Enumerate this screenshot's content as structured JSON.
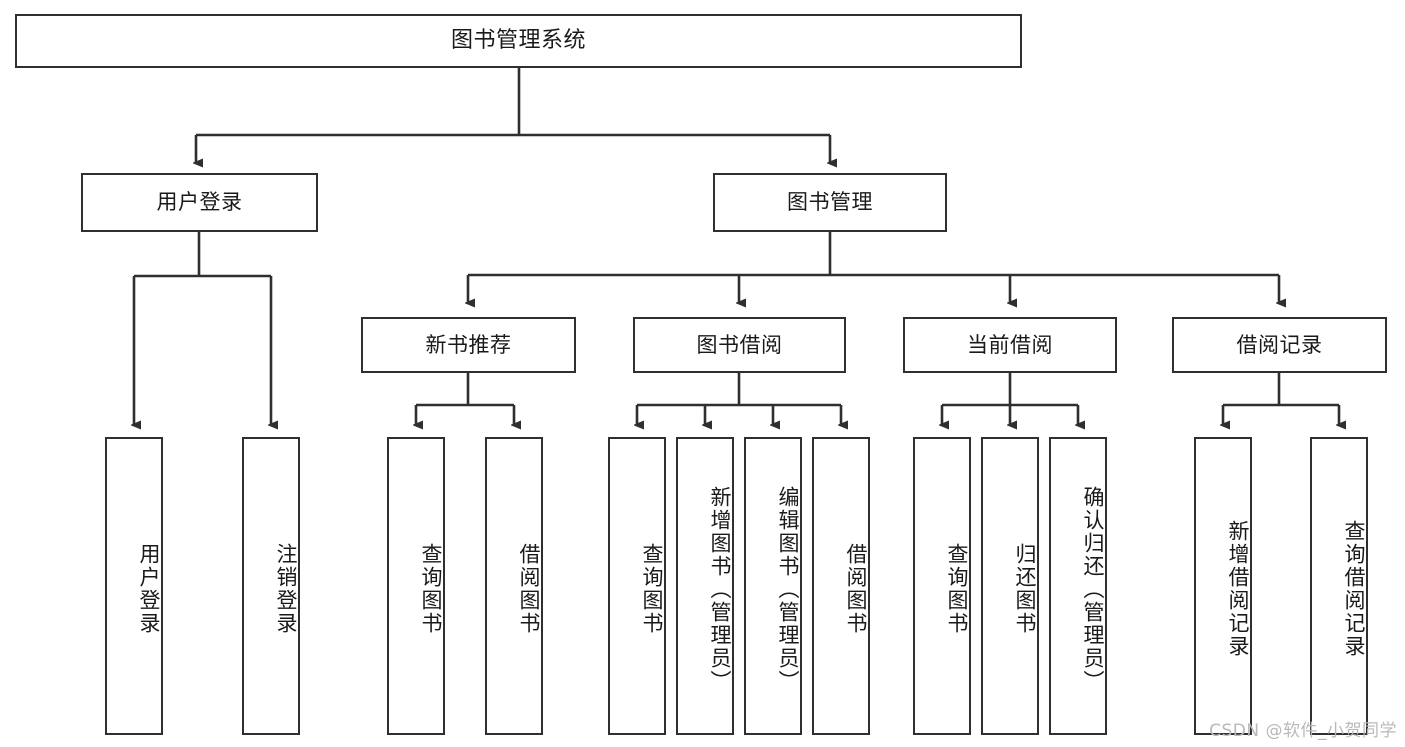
{
  "diagram": {
    "title": "图书管理系统",
    "type": "tree-hierarchy-function-decomposition",
    "watermark": "CSDN @软件_小贺同学",
    "colors": {
      "box_border": "#2f2f2f",
      "box_fill": "#ffffff",
      "connector": "#2f2f2f",
      "text": "#1a1a1a",
      "watermark": "#b9b9b9",
      "background": "#ffffff"
    },
    "root": {
      "label": "图书管理系统"
    },
    "level2": [
      {
        "label": "用户登录"
      },
      {
        "label": "图书管理"
      }
    ],
    "level3": [
      {
        "label": "新书推荐"
      },
      {
        "label": "图书借阅"
      },
      {
        "label": "当前借阅"
      },
      {
        "label": "借阅记录"
      }
    ],
    "leaves": {
      "user_login": [
        {
          "label": "用户登录"
        },
        {
          "label": "注销登录"
        }
      ],
      "new_book_recommend": [
        {
          "label": "查询图书"
        },
        {
          "label": "借阅图书"
        }
      ],
      "book_borrow": [
        {
          "label": "查询图书"
        },
        {
          "label": "新增图书（管理员）"
        },
        {
          "label": "编辑图书（管理员）"
        },
        {
          "label": "借阅图书"
        }
      ],
      "current_borrow": [
        {
          "label": "查询图书"
        },
        {
          "label": "归还图书"
        },
        {
          "label": "确认归还（管理员）"
        }
      ],
      "borrow_record": [
        {
          "label": "新增借阅记录"
        },
        {
          "label": "查询借阅记录"
        }
      ]
    }
  }
}
